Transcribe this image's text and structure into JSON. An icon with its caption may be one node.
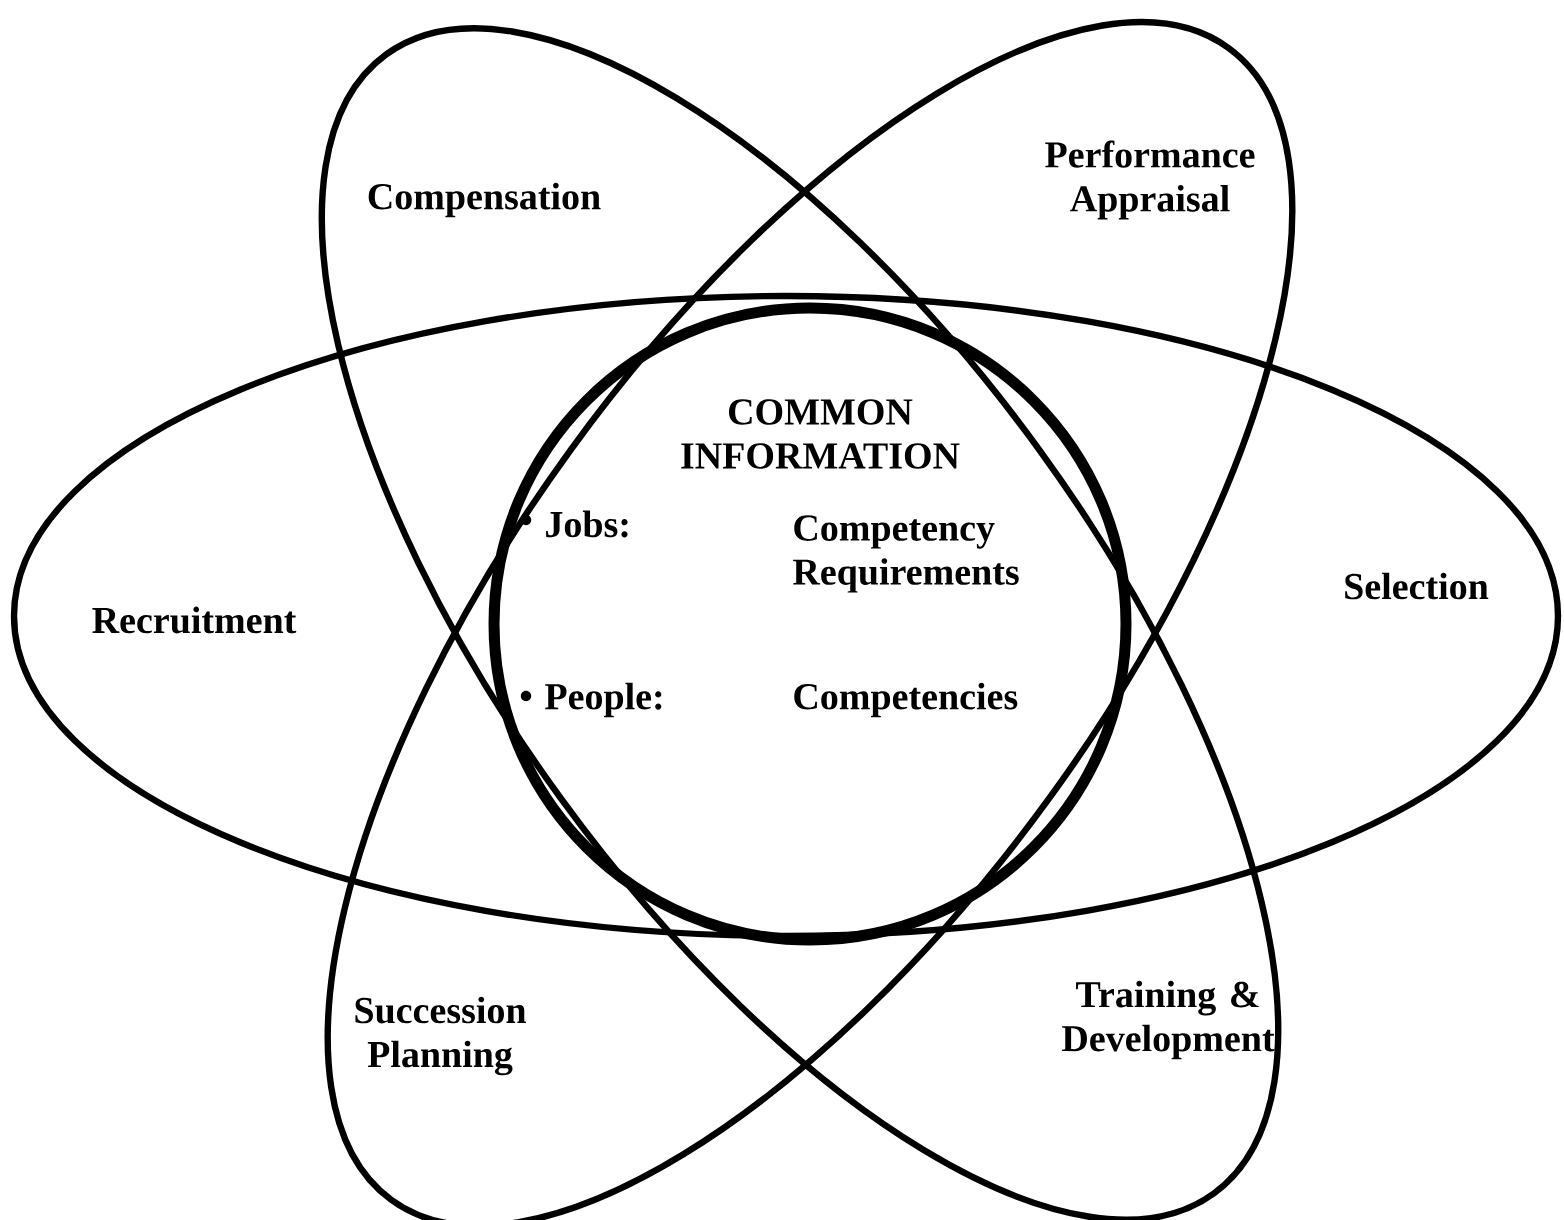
{
  "diagram": {
    "nodes": [
      {
        "text": [
          "Recruitment",
          "Selection"
        ]
      },
      {
        "text": [
          "Compensation",
          "Training & Development"
        ]
      },
      {
        "text": [
          "Performance Appraisal",
          "Succession Planning"
        ]
      },
      {
        "text": [
          "COMMON INFORMATION",
          "Jobs:",
          "Competency Requirements",
          "People:",
          "Competencies"
        ]
      }
    ]
  }
}
